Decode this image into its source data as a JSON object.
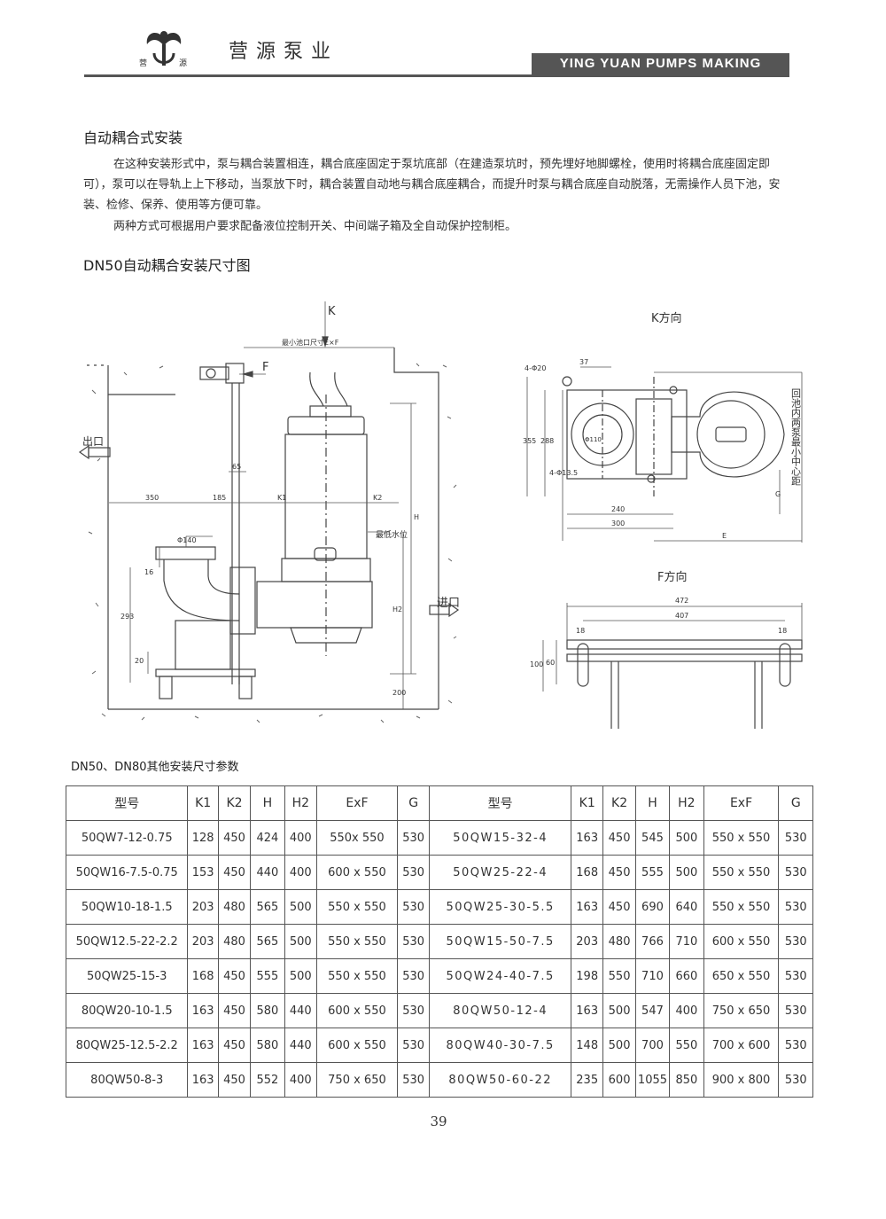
{
  "header": {
    "brand_cn": "营源泵业",
    "brand_small_left": "营",
    "brand_small_right": "源",
    "brand_en": "YING YUAN PUMPS MAKING"
  },
  "section": {
    "title": "自动耦合式安装",
    "paragraph1": "在这种安装形式中，泵与耦合装置相连，耦合底座固定于泵坑底部（在建造泵坑时，预先埋好地脚螺栓，使用时将耦合底座固定即可），泵可以在导轨上上下移动，当泵放下时，耦合装置自动地与耦合底座耦合，而提升时泵与耦合底座自动脱落，无需操作人员下池，安装、检修、保养、使用等方便可靠。",
    "paragraph2": "两种方式可根据用户要求配备液位控制开关、中间端子箱及全自动保护控制柜。"
  },
  "diagram": {
    "title": "DN50自动耦合安装尺寸图",
    "main": {
      "k_arrow": "K",
      "f_arrow": "F",
      "pit_size": "最小池口尺寸E×F",
      "outlet": "出口",
      "inlet": "进口",
      "min_level": "最低水位",
      "dim_350": "350",
      "dim_185": "185",
      "dim_65": "65",
      "dim_k1": "K1",
      "dim_k2": "K2",
      "dim_h": "H",
      "dim_h2": "H2",
      "dim_200": "200",
      "dim_phi140": "Φ140",
      "dim_16": "16",
      "dim_293": "293",
      "dim_20": "20"
    },
    "k_view": {
      "title": "K方向",
      "holes_top": "4-Φ20",
      "dim_37": "37",
      "dim_355": "355",
      "dim_288": "288",
      "holes_bottom": "4-Φ13.5",
      "dim_phi110": "Φ110",
      "dim_240": "240",
      "dim_300": "300",
      "dim_e": "E",
      "dim_g": "G",
      "vertical_label": "回池内两泵最小中心距"
    },
    "f_view": {
      "title": "F方向",
      "dim_472": "472",
      "dim_407": "407",
      "dim_18a": "18",
      "dim_18b": "18",
      "dim_100": "100",
      "dim_60": "60"
    }
  },
  "table": {
    "caption": "DN50、DN80其他安装尺寸参数",
    "headers": [
      "型号",
      "K1",
      "K2",
      "H",
      "H2",
      "ExF",
      "G",
      "型号",
      "K1",
      "K2",
      "H",
      "H2",
      "ExF",
      "G"
    ],
    "rows": [
      [
        "50QW7-12-0.75",
        "128",
        "450",
        "424",
        "400",
        "550x 550",
        "530",
        "50QW15-32-4",
        "163",
        "450",
        "545",
        "500",
        "550 x 550",
        "530"
      ],
      [
        "50QW16-7.5-0.75",
        "153",
        "450",
        "440",
        "400",
        "600 x 550",
        "530",
        "50QW25-22-4",
        "168",
        "450",
        "555",
        "500",
        "550 x 550",
        "530"
      ],
      [
        "50QW10-18-1.5",
        "203",
        "480",
        "565",
        "500",
        "550 x 550",
        "530",
        "50QW25-30-5.5",
        "163",
        "450",
        "690",
        "640",
        "550 x 550",
        "530"
      ],
      [
        "50QW12.5-22-2.2",
        "203",
        "480",
        "565",
        "500",
        "550 x 550",
        "530",
        "50QW15-50-7.5",
        "203",
        "480",
        "766",
        "710",
        "600 x 550",
        "530"
      ],
      [
        "50QW25-15-3",
        "168",
        "450",
        "555",
        "500",
        "550 x 550",
        "530",
        "50QW24-40-7.5",
        "198",
        "550",
        "710",
        "660",
        "650 x 550",
        "530"
      ],
      [
        "80QW20-10-1.5",
        "163",
        "450",
        "580",
        "440",
        "600 x 550",
        "530",
        "80QW50-12-4",
        "163",
        "500",
        "547",
        "400",
        "750 x 650",
        "530"
      ],
      [
        "80QW25-12.5-2.2",
        "163",
        "450",
        "580",
        "440",
        "600 x 550",
        "530",
        "80QW40-30-7.5",
        "148",
        "500",
        "700",
        "550",
        "700 x 600",
        "530"
      ],
      [
        "80QW50-8-3",
        "163",
        "450",
        "552",
        "400",
        "750 x 650",
        "530",
        "80QW50-60-22",
        "235",
        "600",
        "1055",
        "850",
        "900 x 800",
        "530"
      ]
    ]
  },
  "page_number": "39"
}
